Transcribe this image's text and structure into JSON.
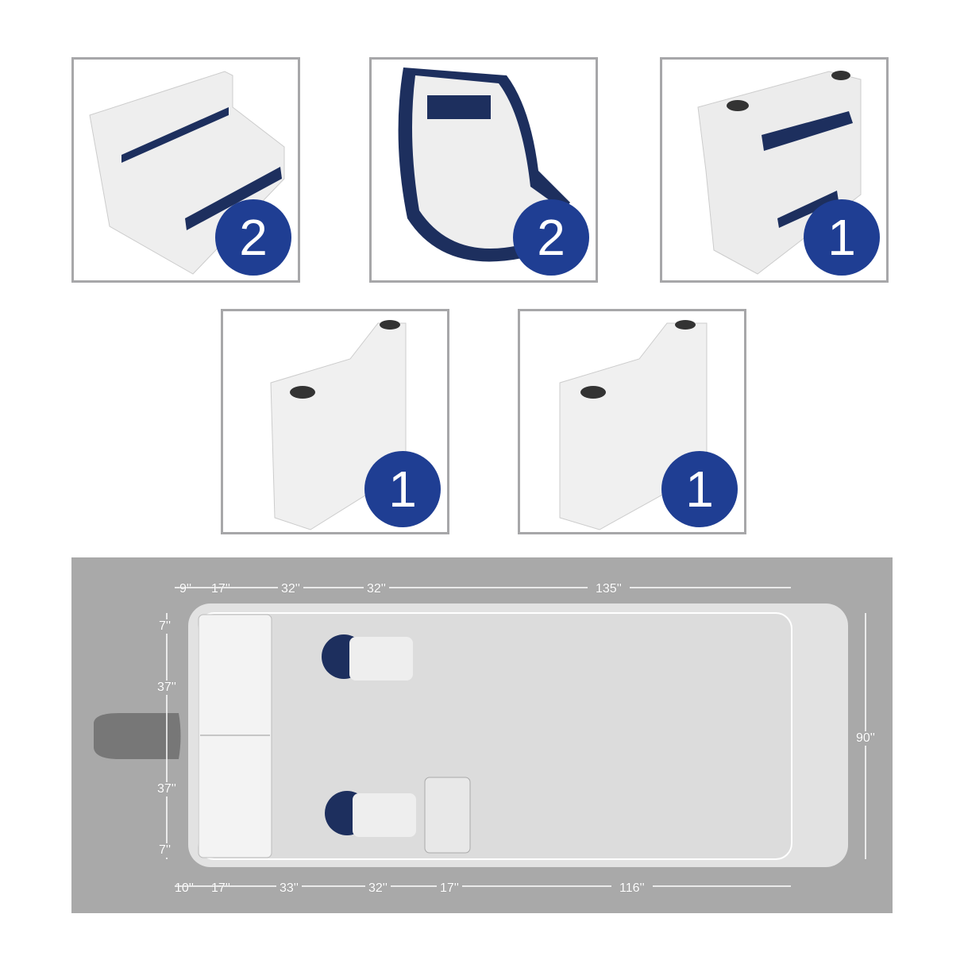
{
  "products": [
    {
      "name": "bench-seat",
      "quantity": "2"
    },
    {
      "name": "captain-chair",
      "quantity": "2"
    },
    {
      "name": "console",
      "quantity": "1"
    },
    {
      "name": "armrest-left",
      "quantity": "1"
    },
    {
      "name": "armrest-right",
      "quantity": "1"
    }
  ],
  "layout": {
    "top_dims": [
      "9''",
      "17''",
      "32''",
      "32''",
      "135''"
    ],
    "bottom_dims": [
      "10''",
      "17''",
      "33''",
      "32''",
      "17''",
      "116''"
    ],
    "left_dims": [
      "7''",
      "37''",
      "37''",
      "7''"
    ],
    "right_dim": "90''"
  },
  "colors": {
    "badge": "#1f3e93",
    "navy": "#1d2f5e",
    "plan_bg": "#a9a9a9",
    "deck": "#e2e2e2"
  }
}
